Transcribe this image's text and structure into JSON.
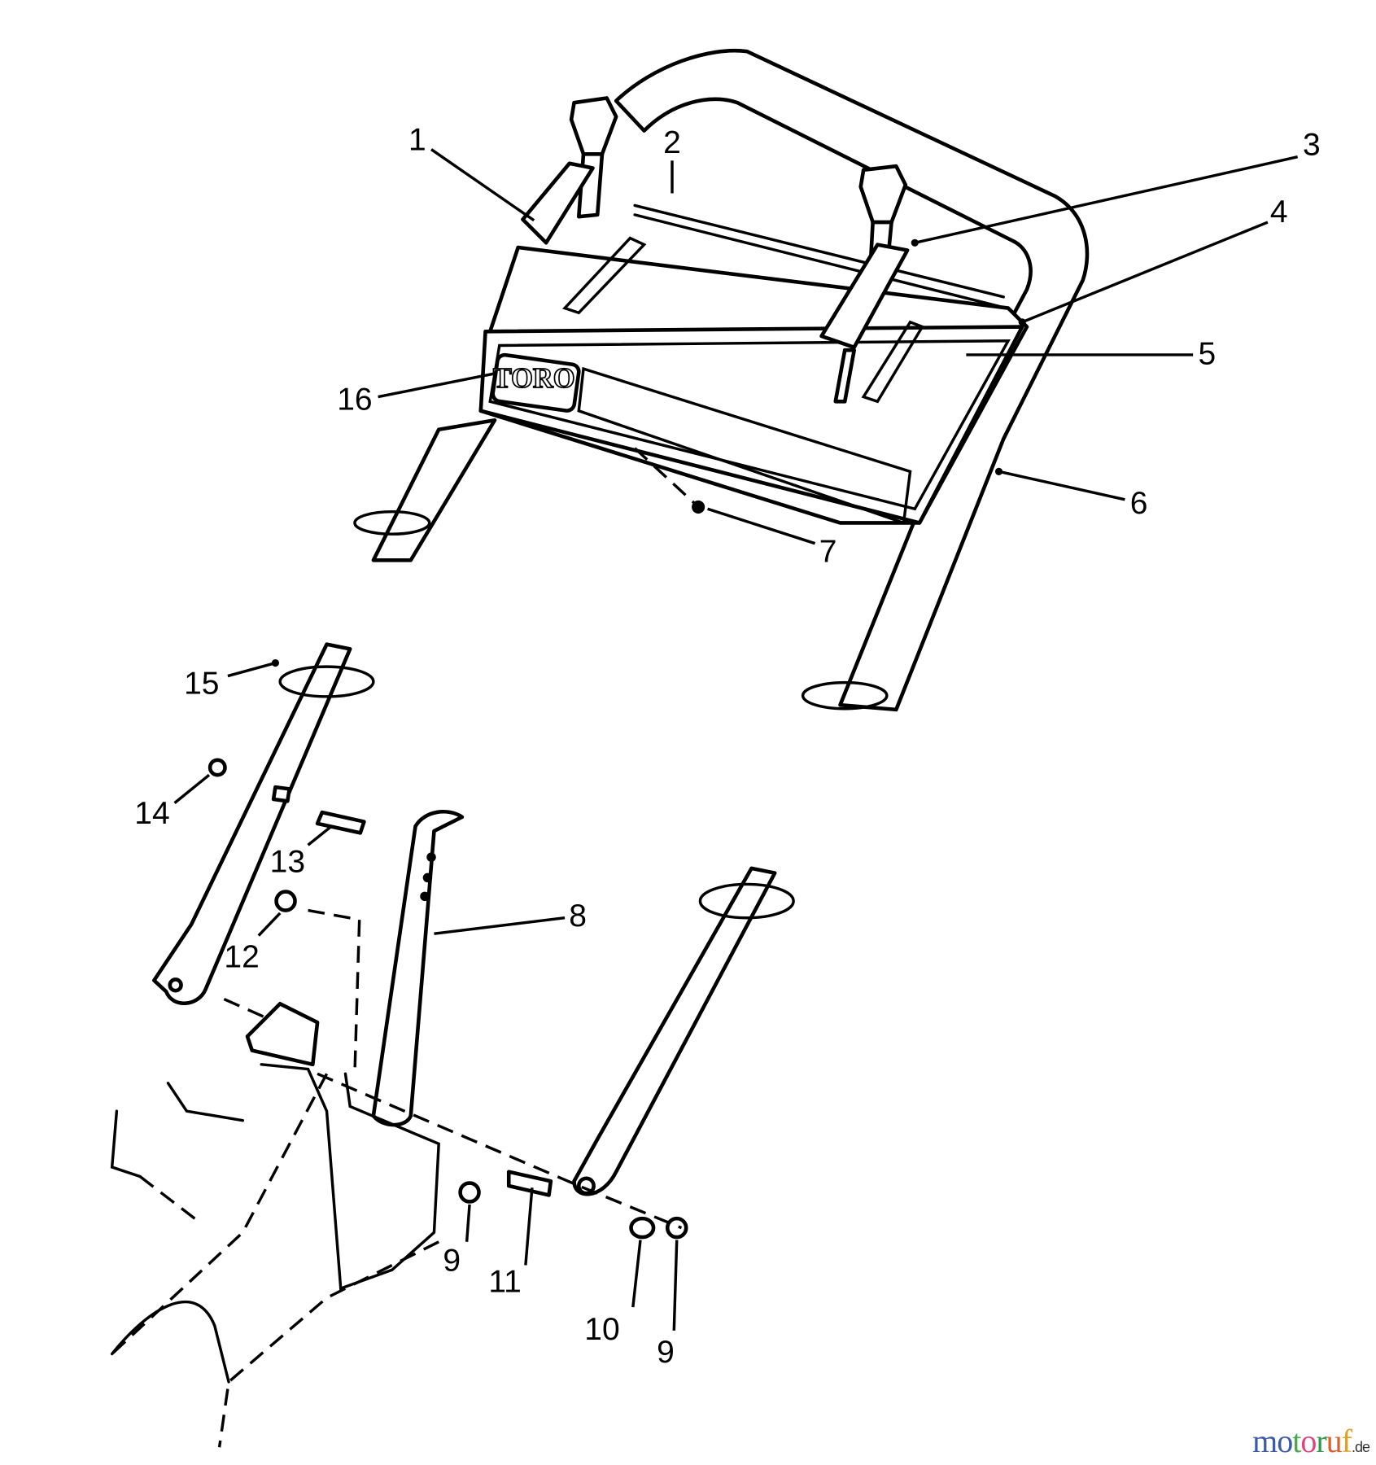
{
  "diagram": {
    "brand_logo": "TORO",
    "callouts": [
      {
        "id": "1",
        "label": "1"
      },
      {
        "id": "2",
        "label": "2"
      },
      {
        "id": "3",
        "label": "3"
      },
      {
        "id": "4",
        "label": "4"
      },
      {
        "id": "5",
        "label": "5"
      },
      {
        "id": "6",
        "label": "6"
      },
      {
        "id": "7",
        "label": "7"
      },
      {
        "id": "8",
        "label": "8"
      },
      {
        "id": "9a",
        "label": "9"
      },
      {
        "id": "9b",
        "label": "9"
      },
      {
        "id": "10",
        "label": "10"
      },
      {
        "id": "11",
        "label": "11"
      },
      {
        "id": "12",
        "label": "12"
      },
      {
        "id": "13",
        "label": "13"
      },
      {
        "id": "14",
        "label": "14"
      },
      {
        "id": "15",
        "label": "15"
      },
      {
        "id": "16",
        "label": "16"
      }
    ]
  },
  "watermark": {
    "text": "motoruf",
    "suffix": ".de",
    "colors": [
      "#3b5aa8",
      "#3b5aa8",
      "#4aa64a",
      "#e0457b",
      "#2e9a4a",
      "#d9602a",
      "#e0a020",
      "#e8c21a"
    ]
  }
}
